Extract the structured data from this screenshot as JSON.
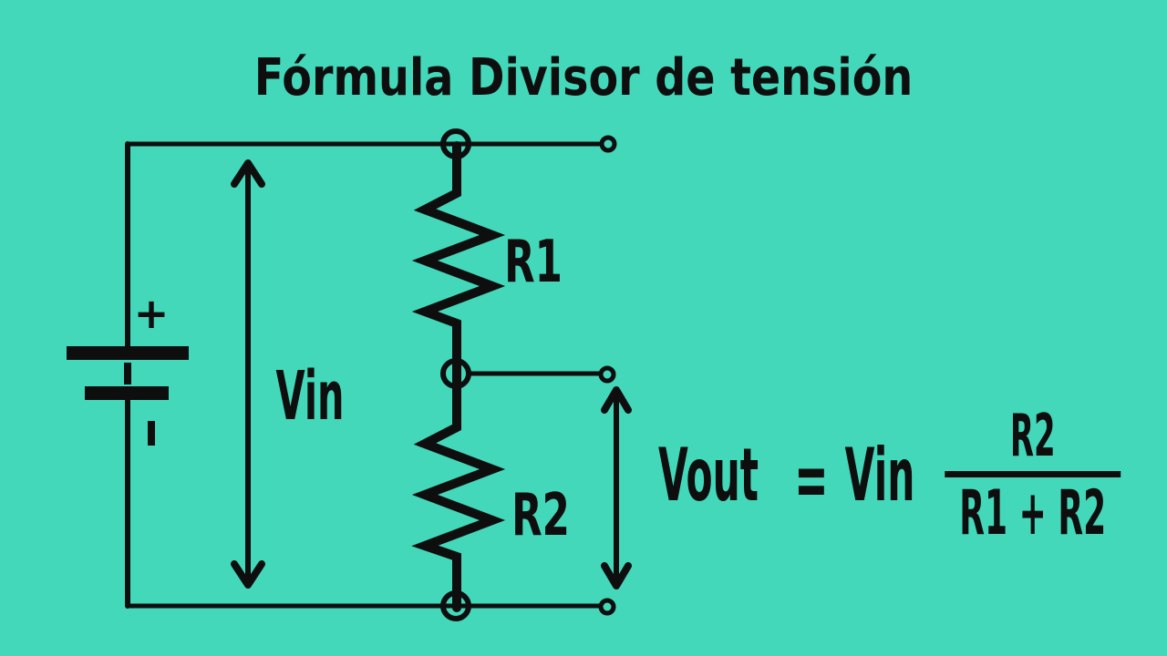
{
  "title": "Fórmula Divisor de tensión",
  "palette": {
    "background": "#43d8ba",
    "ink": "#0e0e0e"
  },
  "circuit": {
    "battery": {
      "plus": "+",
      "minus": "-"
    },
    "input_label": "Vin",
    "resistors": [
      {
        "label": "R1"
      },
      {
        "label": "R2"
      }
    ]
  },
  "formula": {
    "lhs": "Vout",
    "equals": "=",
    "rhs_factor": "Vin",
    "fraction": {
      "numerator": "R2",
      "denominator": "R1 + R2"
    }
  }
}
